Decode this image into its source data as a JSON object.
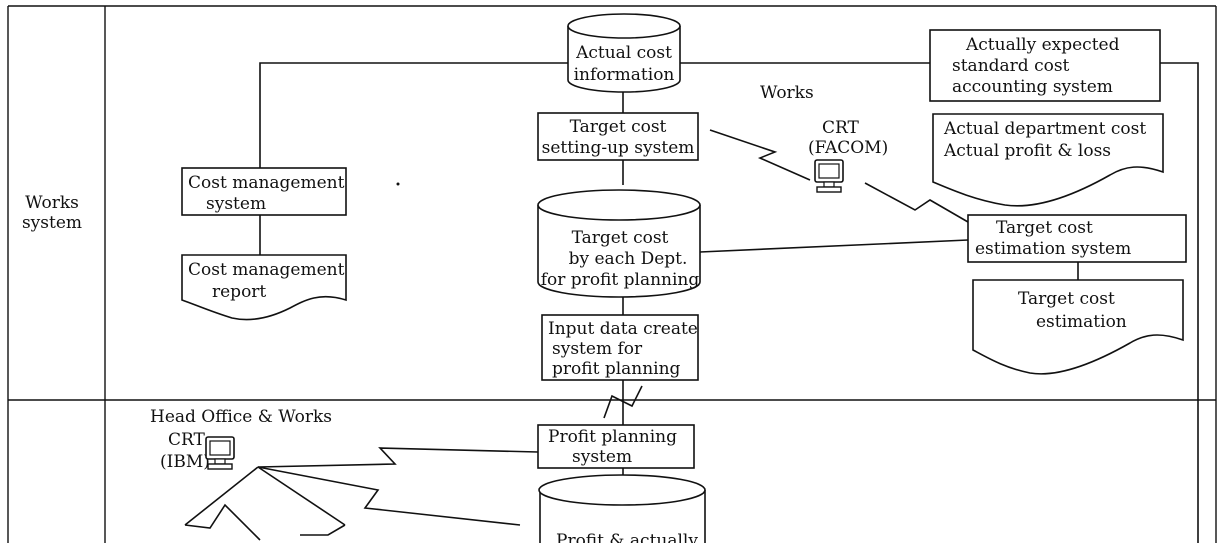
{
  "sections": {
    "works_system_label": [
      "Works",
      "system"
    ]
  },
  "labels": {
    "works": "Works",
    "head_office_works": "Head Office & Works",
    "crt_facom": [
      "CRT",
      "(FACOM)"
    ],
    "crt_ibm": [
      "CRT",
      "(IBM)"
    ]
  },
  "nodes": {
    "actual_cost_information": [
      "Actual cost",
      "information"
    ],
    "target_cost_setting_up_system": [
      "Target cost",
      "setting-up system"
    ],
    "target_cost_by_dept": [
      "Target cost",
      "by each Dept.",
      "for profit planning"
    ],
    "input_data_create_system": [
      "Input data create",
      "system  for",
      "profit planning"
    ],
    "profit_planning_system": [
      "Profit planning",
      "system"
    ],
    "profit_actually": [
      "Profit & actually"
    ],
    "cost_management_system": [
      "Cost management",
      "system"
    ],
    "cost_management_report": [
      "Cost management",
      "report"
    ],
    "actually_expected_standard_cost": [
      "Actually expected",
      "standard cost",
      "accounting system"
    ],
    "actual_dept_cost_pl": [
      "Actual department cost",
      "Actual profit & loss"
    ],
    "target_cost_estimation_system": [
      "Target cost",
      "estimation system"
    ],
    "target_cost_estimation": [
      "Target cost",
      "estimation"
    ]
  },
  "icons": [
    "monitor-icon",
    "monitor-icon"
  ]
}
